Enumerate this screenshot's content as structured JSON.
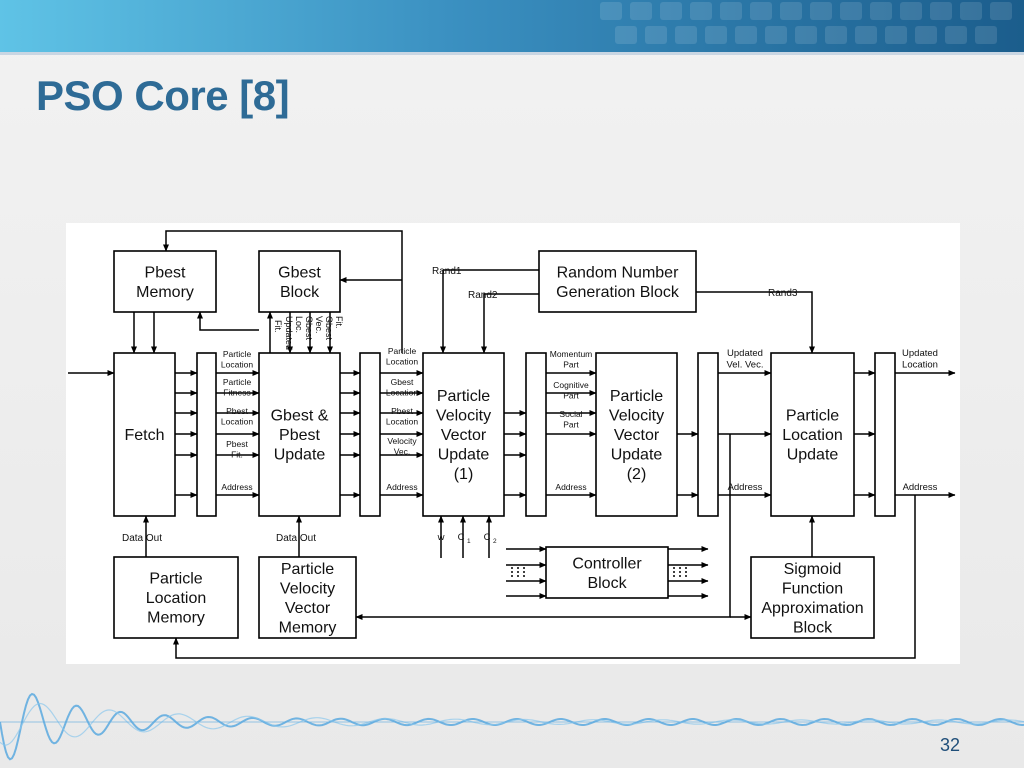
{
  "slide": {
    "title": "PSO Core [8]",
    "page_number": "32"
  },
  "blocks": {
    "pbest_memory": [
      "Pbest",
      "Memory"
    ],
    "gbest_block": [
      "Gbest",
      "Block"
    ],
    "rng": [
      "Random Number",
      "Generation Block"
    ],
    "fetch": [
      "Fetch"
    ],
    "gbest_pbest_update": [
      "Gbest &",
      "Pbest",
      "Update"
    ],
    "pvvu1": [
      "Particle",
      "Velocity",
      "Vector",
      "Update",
      "(1)"
    ],
    "pvvu2": [
      "Particle",
      "Velocity",
      "Vector",
      "Update",
      "(2)"
    ],
    "plu": [
      "Particle",
      "Location",
      "Update"
    ],
    "controller": [
      "Controller",
      "Block"
    ],
    "plm": [
      "Particle",
      "Location",
      "Memory"
    ],
    "pvvm": [
      "Particle",
      "Velocity",
      "Vector",
      "Memory"
    ],
    "sigmoid": [
      "Sigmoid",
      "Function",
      "Approximation",
      "Block"
    ]
  },
  "signals": {
    "rand1": "Rand1",
    "rand2": "Rand2",
    "rand3": "Rand3",
    "data_out": "Data Out",
    "updated_loc_rot": [
      "Updated",
      "Loc."
    ],
    "gbest_vec_rot": [
      "Gbest",
      "Vec."
    ],
    "gbest_fit_rot": [
      "Gbest",
      "Fit."
    ],
    "fit_rot": "Fit.",
    "s1": [
      [
        "Particle",
        "Location"
      ],
      [
        "Particle",
        "Fitness"
      ],
      [
        "Pbest",
        "Location"
      ],
      [
        "Pbest",
        "Fit."
      ],
      [
        "Address"
      ]
    ],
    "s2": [
      [
        "Particle",
        "Location"
      ],
      [
        "Gbest",
        "Location"
      ],
      [
        "Pbest",
        "Location"
      ],
      [
        "Velocity",
        "Vec."
      ],
      [
        "Address"
      ]
    ],
    "s3": [
      [
        "Momentum",
        "Part"
      ],
      [
        "Cognitive",
        "Part"
      ],
      [
        "Social",
        "Part"
      ],
      [
        "Address"
      ]
    ],
    "s4": [
      [
        "Updated",
        "Vel. Vec."
      ],
      [
        "Address"
      ]
    ],
    "s5": [
      [
        "Updated",
        "Location"
      ],
      [
        "Address"
      ]
    ],
    "w": "w",
    "c1": "C",
    "c1_sub": "1",
    "c2": "C",
    "c2_sub": "2"
  }
}
